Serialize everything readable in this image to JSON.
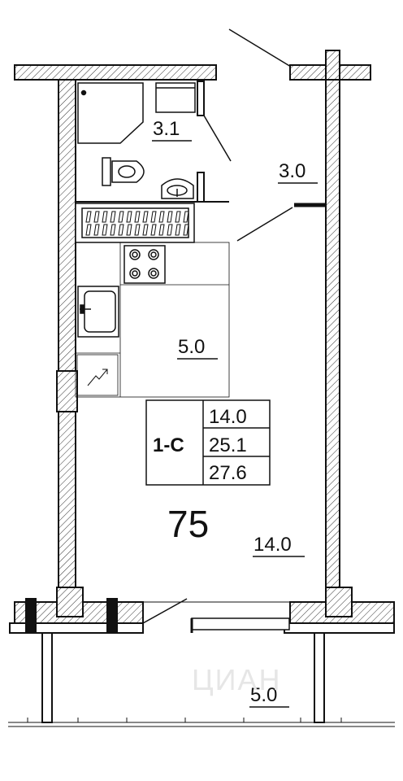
{
  "rooms": {
    "bathroom_area": "3.1",
    "corridor_area": "3.0",
    "kitchen_area": "5.0",
    "living_area": "14.0",
    "balcony_area": "5.0"
  },
  "apartment": {
    "type": "1-С",
    "number": "75",
    "living_area": "14.0",
    "total_area": "25.1",
    "total_with_balcony": "27.6"
  },
  "watermark": "ЦИАН"
}
